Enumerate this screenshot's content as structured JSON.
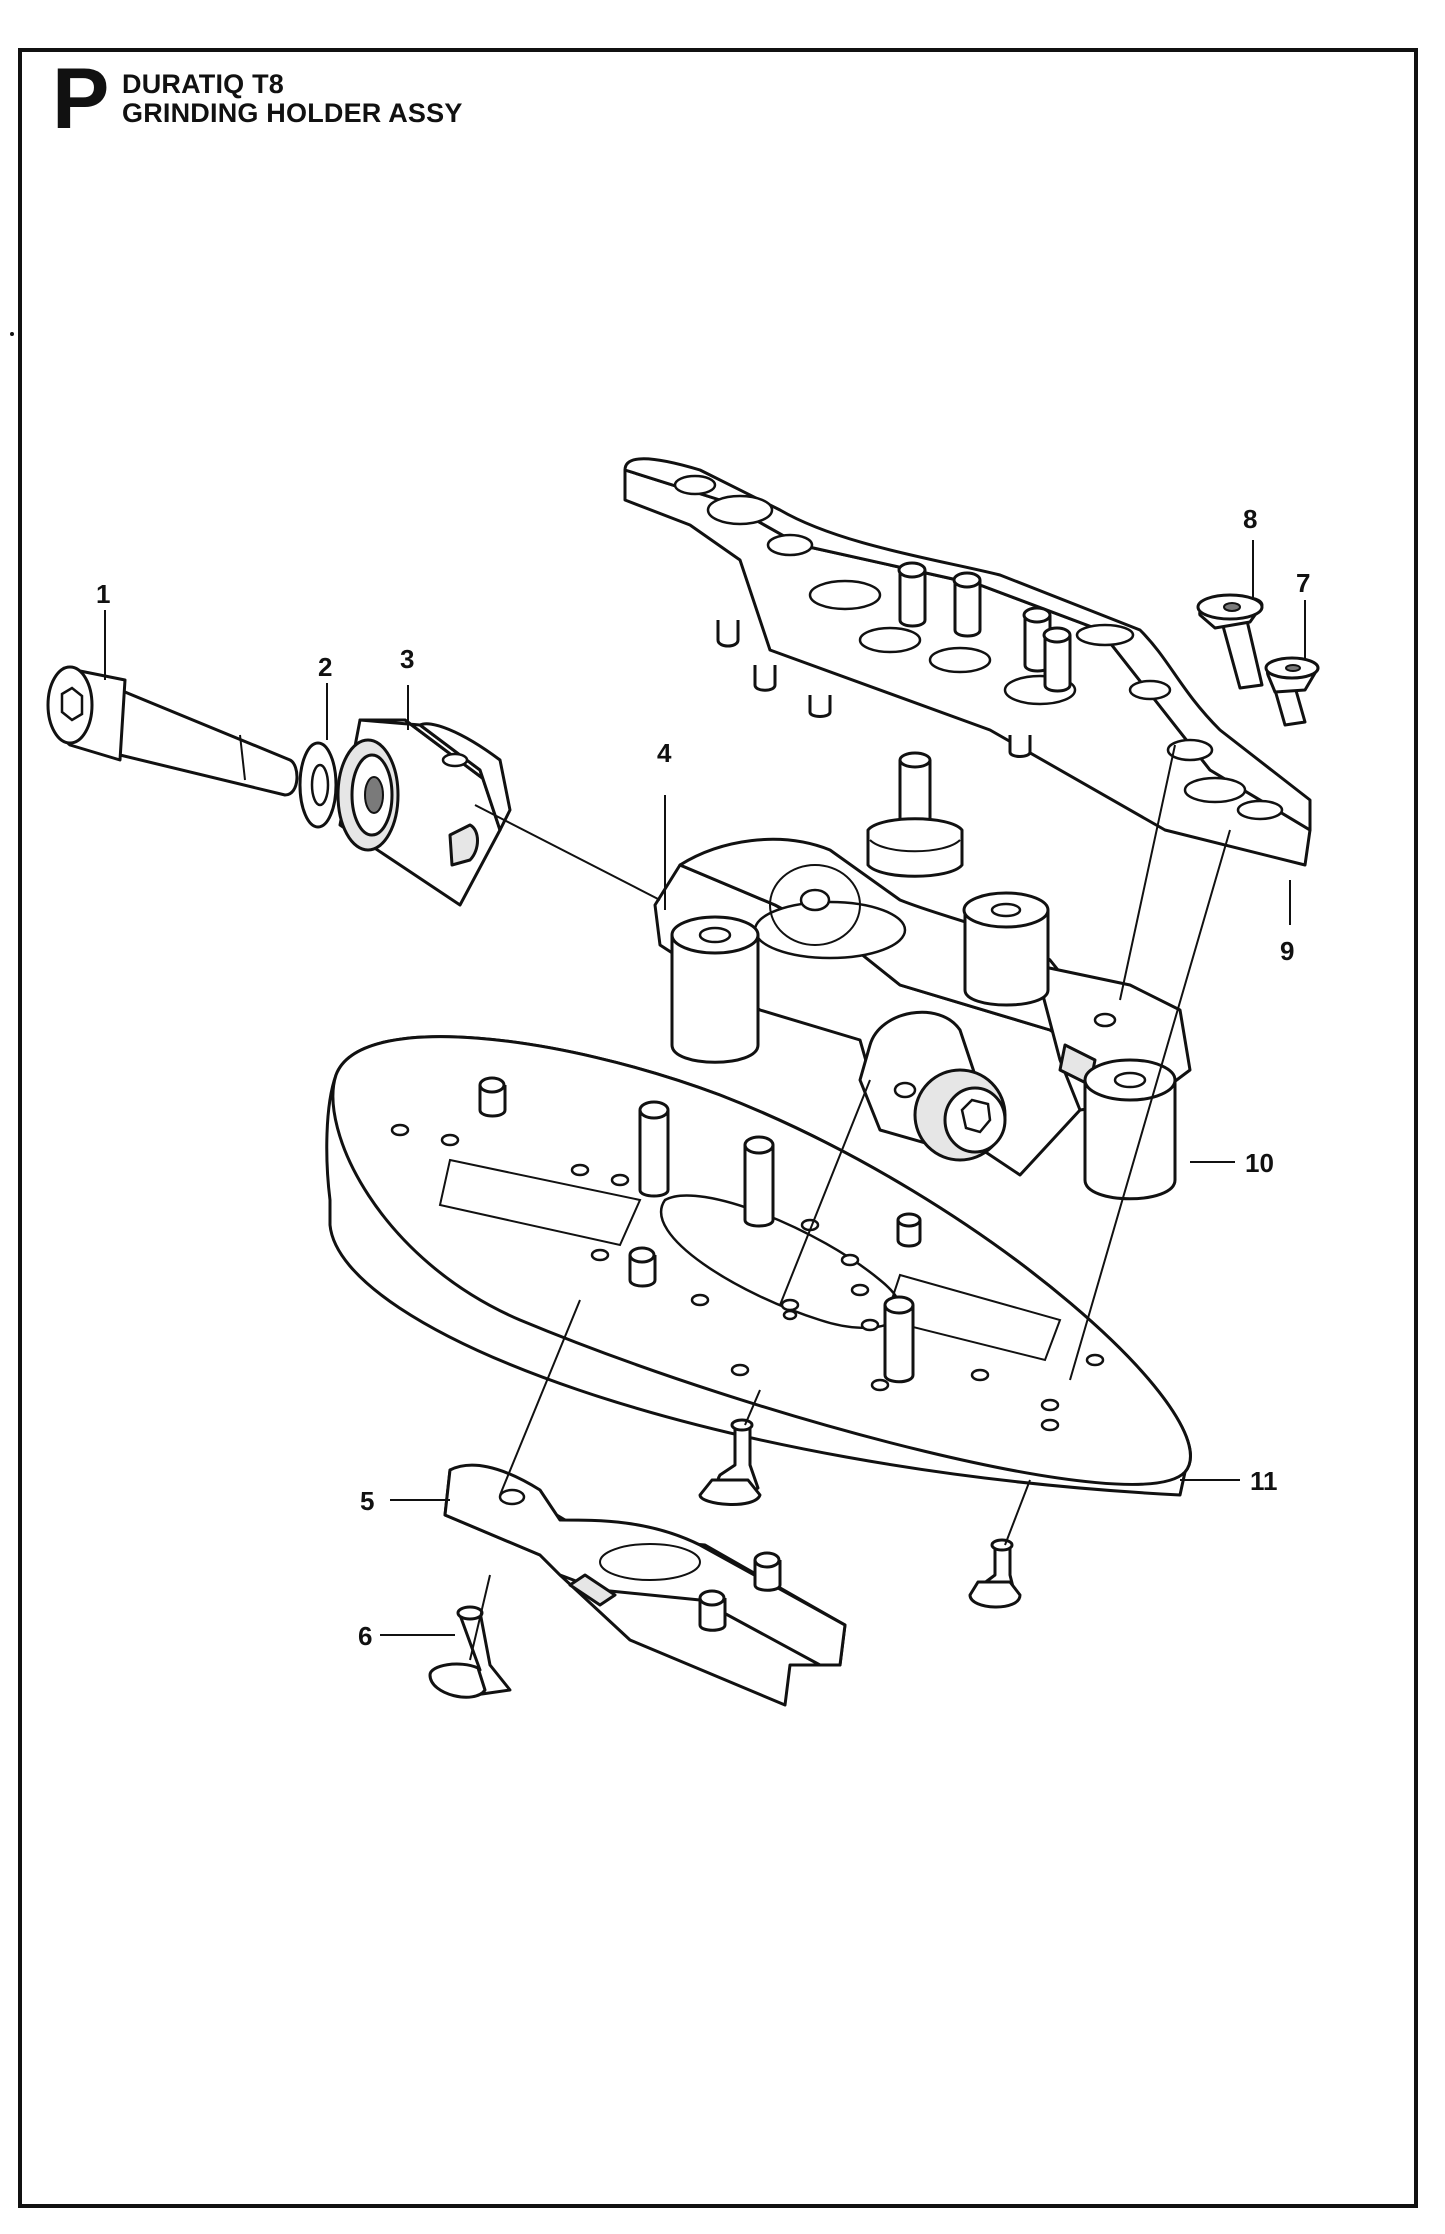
{
  "header": {
    "section_letter": "P",
    "title_line1": "DURATIQ T8",
    "title_line2": "GRINDING HOLDER ASSY"
  },
  "callouts": [
    {
      "id": "1",
      "label": "1"
    },
    {
      "id": "2",
      "label": "2"
    },
    {
      "id": "3",
      "label": "3"
    },
    {
      "id": "4",
      "label": "4"
    },
    {
      "id": "5",
      "label": "5"
    },
    {
      "id": "6",
      "label": "6"
    },
    {
      "id": "7",
      "label": "7"
    },
    {
      "id": "8",
      "label": "8"
    },
    {
      "id": "9",
      "label": "9"
    },
    {
      "id": "10",
      "label": "10"
    },
    {
      "id": "11",
      "label": "11"
    }
  ],
  "colors": {
    "line": "#111111",
    "background": "#ffffff",
    "shade": "#e6e6e6"
  }
}
